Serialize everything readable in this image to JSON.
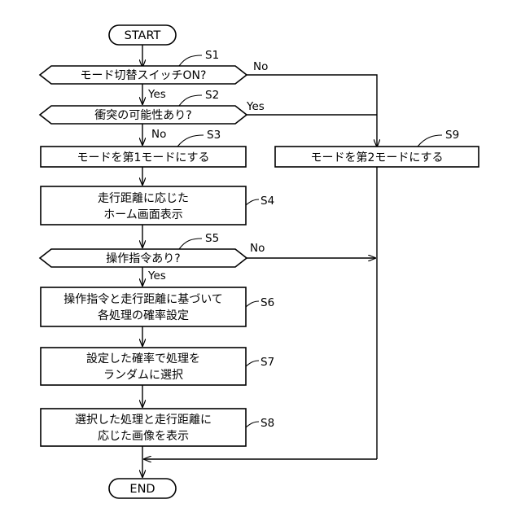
{
  "terminals": {
    "start": "START",
    "end": "END"
  },
  "steps": {
    "s1": {
      "id": "S1",
      "text": "モード切替スイッチON?"
    },
    "s2": {
      "id": "S2",
      "text": "衝突の可能性あり?"
    },
    "s3": {
      "id": "S3",
      "text": "モードを第1モードにする"
    },
    "s4": {
      "id": "S4",
      "line1": "走行距離に応じた",
      "line2": "ホーム画面表示"
    },
    "s5": {
      "id": "S5",
      "text": "操作指令あり?"
    },
    "s6": {
      "id": "S6",
      "line1": "操作指令と走行距離に基づいて",
      "line2": "各処理の確率設定"
    },
    "s7": {
      "id": "S7",
      "line1": "設定した確率で処理を",
      "line2": "ランダムに選択"
    },
    "s8": {
      "id": "S8",
      "line1": "選択した処理と走行距離に",
      "line2": "応じた画像を表示"
    },
    "s9": {
      "id": "S9",
      "text": "モードを第2モードにする"
    }
  },
  "branches": {
    "yes": "Yes",
    "no": "No"
  }
}
